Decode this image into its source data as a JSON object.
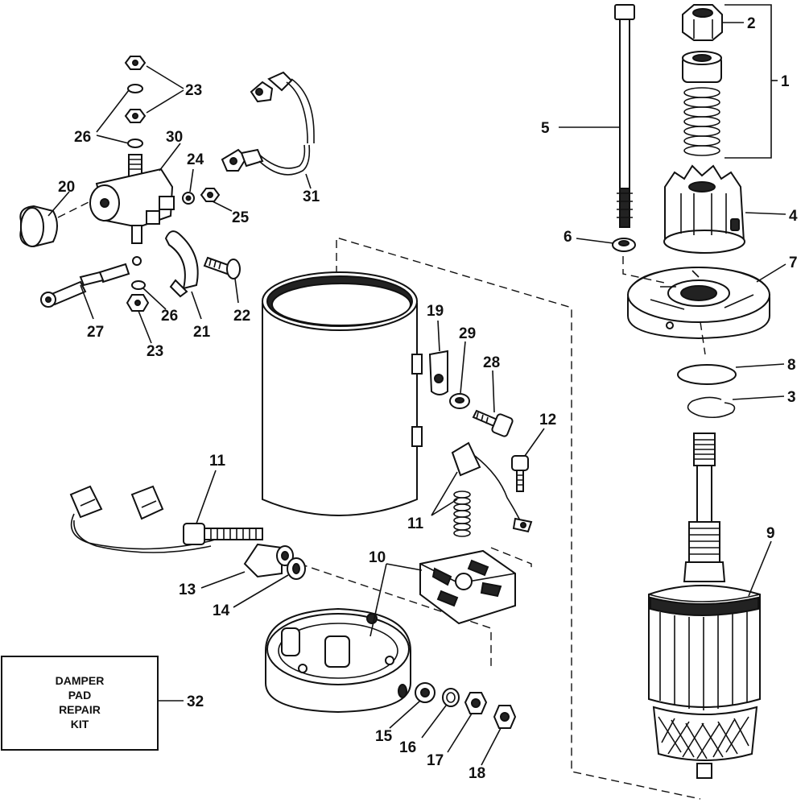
{
  "callouts": {
    "c1": "1",
    "c2": "2",
    "c3": "3",
    "c4": "4",
    "c5": "5",
    "c6": "6",
    "c7": "7",
    "c8": "8",
    "c9": "9",
    "c10": "10",
    "c11a": "11",
    "c11b": "11",
    "c12": "12",
    "c13": "13",
    "c14": "14",
    "c15": "15",
    "c16": "16",
    "c17": "17",
    "c18": "18",
    "c19": "19",
    "c20": "20",
    "c21": "21",
    "c22": "22",
    "c23a": "23",
    "c23b": "23",
    "c24": "24",
    "c25": "25",
    "c26a": "26",
    "c26b": "26",
    "c27": "27",
    "c28": "28",
    "c29": "29",
    "c30": "30",
    "c31": "31",
    "c32": "32"
  },
  "kit_box": {
    "line1": "DAMPER",
    "line2": "PAD",
    "line3": "REPAIR",
    "line4": "KIT"
  }
}
